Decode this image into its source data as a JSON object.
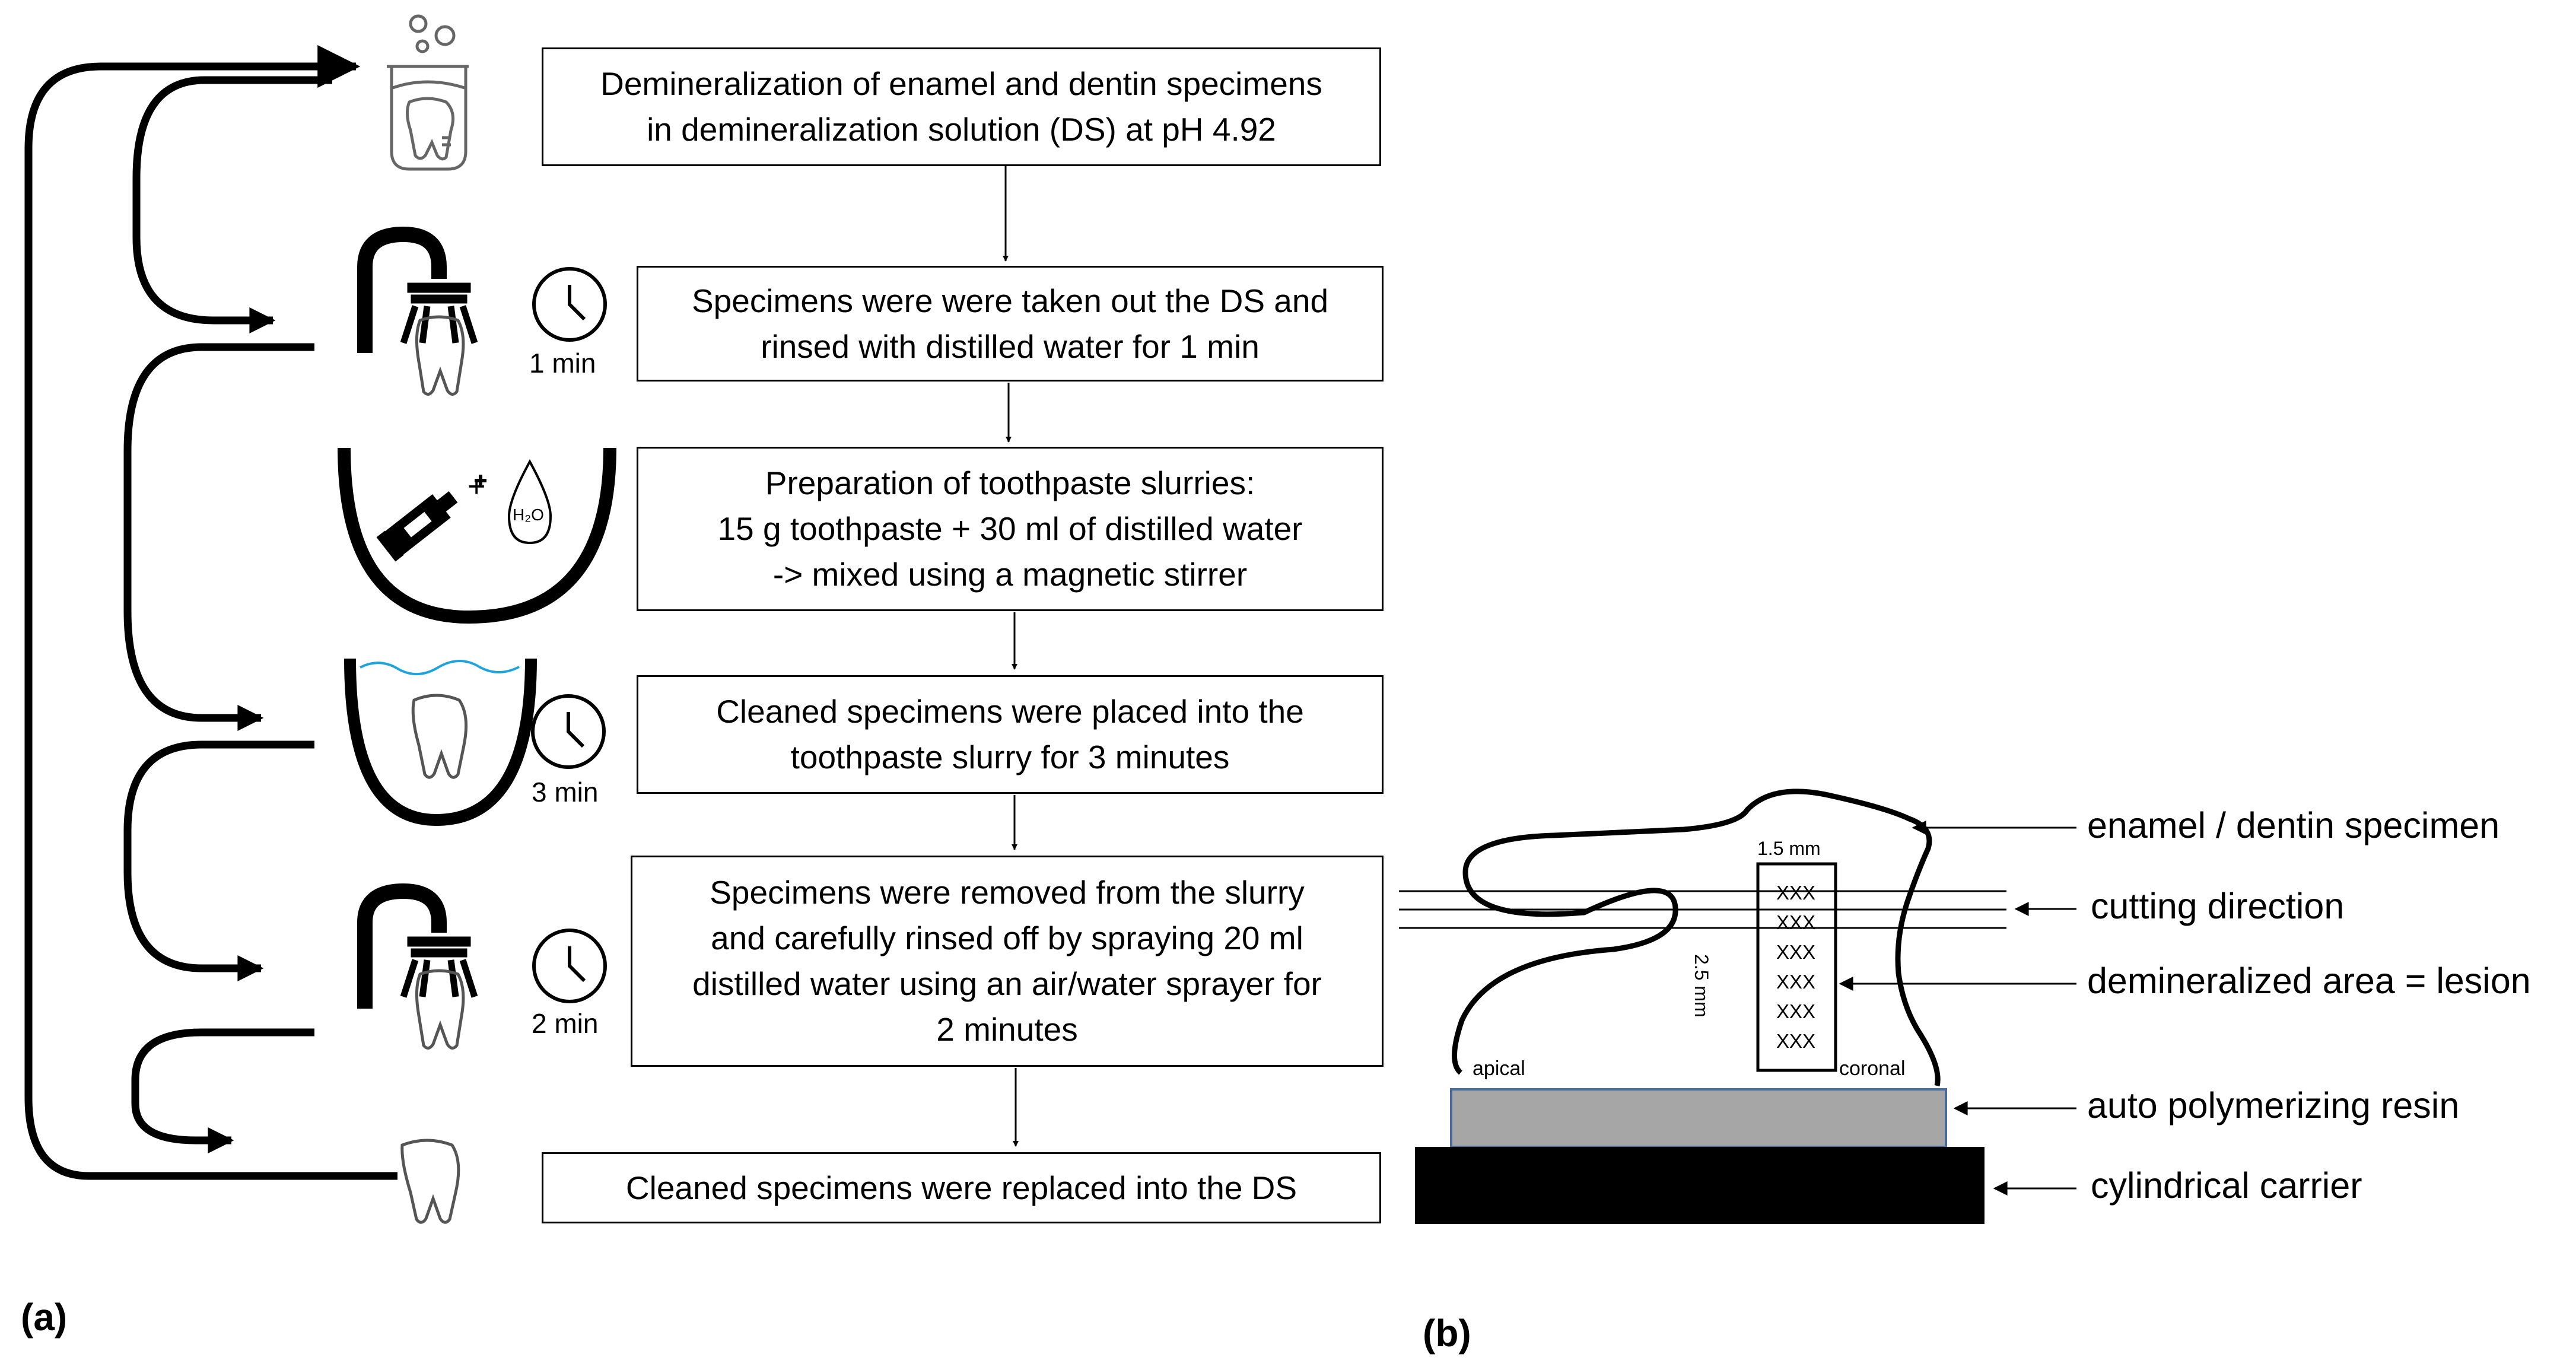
{
  "steps": [
    {
      "lines": [
        "Demineralization of enamel and dentin specimens",
        "in demineralization solution (DS) at pH 4.92"
      ]
    },
    {
      "lines": [
        "Specimens were were taken out the DS and",
        "rinsed with distilled water for 1 min"
      ]
    },
    {
      "lines": [
        "Preparation of toothpaste slurries:",
        "15 g toothpaste + 30 ml of distilled water",
        "-> mixed using a magnetic stirrer"
      ]
    },
    {
      "lines": [
        "Cleaned specimens were placed into the",
        "toothpaste slurry for 3 minutes"
      ]
    },
    {
      "lines": [
        "Specimens were removed from the slurry",
        "and carefully rinsed off by spraying 20 ml",
        "distilled water using an air/water sprayer for",
        "2 minutes"
      ]
    },
    {
      "lines": [
        "Cleaned specimens were replaced into the DS"
      ]
    }
  ],
  "timers": [
    "1 min",
    "3 min",
    "2 min"
  ],
  "icons": {
    "beaker": "beaker-tooth-icon",
    "shower": "shower-tooth-icon",
    "bowl": "bowl-toothpaste-icon",
    "clock": "clock-icon",
    "tooth": "tooth-icon",
    "water_drop_text": "H₂O",
    "plus": "+"
  },
  "specimen": {
    "dim_width": "1.5 mm",
    "dim_height": "2.5 mm",
    "marks": [
      "XXX",
      "XXX",
      "XXX",
      "XXX",
      "XXX",
      "XXX"
    ],
    "apical": "apical",
    "coronal": "coronal"
  },
  "labels": [
    "enamel / dentin specimen",
    "cutting direction",
    "demineralized area = lesion",
    "auto polymerizing resin",
    "cylindrical carrier"
  ],
  "panels": [
    "(a)",
    "(b)"
  ],
  "colors": {
    "stroke": "#000000",
    "water": "#1fa3dc",
    "resin": "#a6a6a6",
    "resin_border": "#4a6a9a",
    "carrier": "#000000",
    "light_icon": "#666666"
  }
}
